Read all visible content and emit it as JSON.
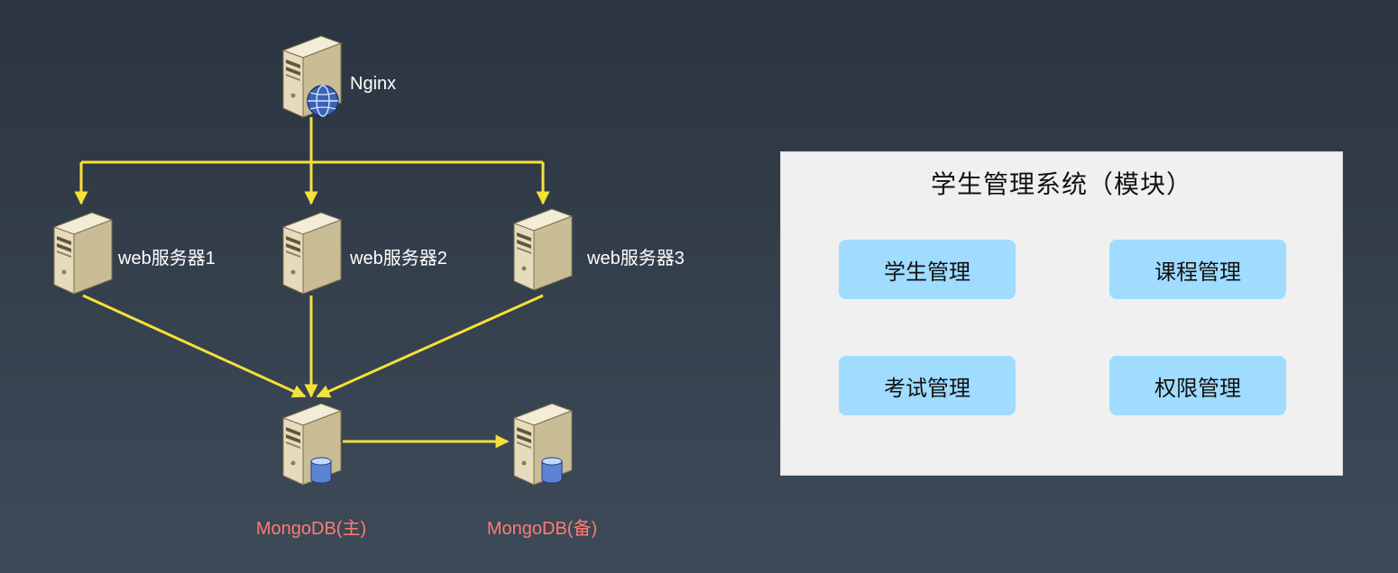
{
  "nodes": {
    "nginx": {
      "label": "Nginx"
    },
    "web1": {
      "label": "web服务器1"
    },
    "web2": {
      "label": "web服务器2"
    },
    "web3": {
      "label": "web服务器3"
    },
    "mongo_primary": {
      "label": "MongoDB(主)"
    },
    "mongo_backup": {
      "label": "MongoDB(备)"
    }
  },
  "panel": {
    "title": "学生管理系统（模块）",
    "modules": [
      "学生管理",
      "课程管理",
      "考试管理",
      "权限管理"
    ]
  },
  "colors": {
    "arrow": "#f6e03a",
    "db_label": "#ff7b73",
    "module_fill": "#9fdcff",
    "panel_fill": "#f0f0f0"
  },
  "icons": {
    "nginx": "web-server-globe-icon",
    "web": "server-icon",
    "db": "database-server-icon"
  }
}
